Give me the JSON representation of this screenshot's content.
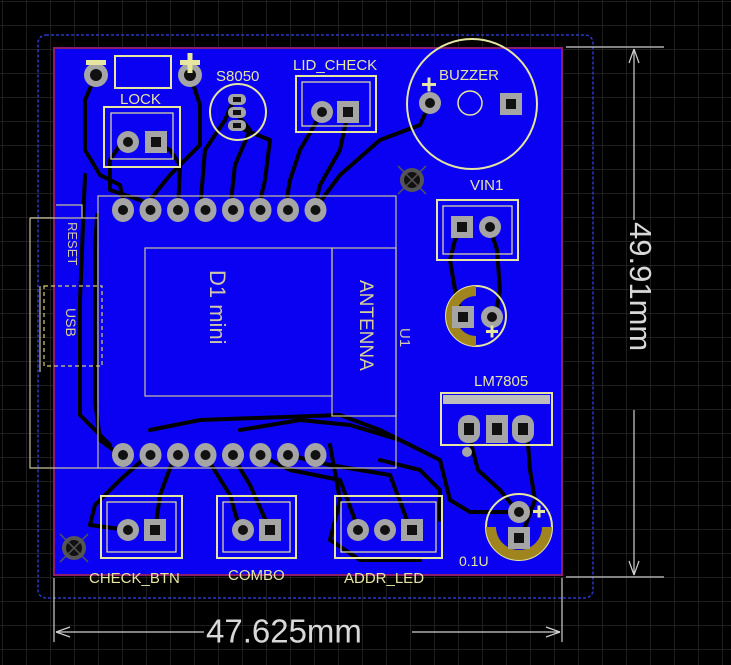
{
  "board": {
    "module": "D1 mini",
    "antenna": "ANTENNA",
    "u1": "U1",
    "reset": "RESET",
    "usb": "USB"
  },
  "labels": {
    "lock": "LOCK",
    "s8050": "S8050",
    "lid_check": "LID_CHECK",
    "buzzer": "BUZZER",
    "vin1": "VIN1",
    "lm7805": "LM7805",
    "cap_value": "0.1U",
    "check_btn": "CHECK_BTN",
    "combo": "COMBO",
    "addr_led": "ADDR_LED"
  },
  "dimensions": {
    "width": "47.625mm",
    "height": "49.91mm"
  },
  "colors": {
    "background": "#000000",
    "grid": "#3b3b3b",
    "copper": "#0a00f2",
    "board_edge": "#8a1e6a",
    "keepout": "#2b3bd0",
    "silkscreen": "#e6e6a0",
    "pad": "#9a9a9a",
    "trace": "#000000",
    "dimension": "#cfcfcf"
  },
  "icons": {
    "minus": "minus-sign-icon",
    "plus": "plus-sign-icon"
  }
}
